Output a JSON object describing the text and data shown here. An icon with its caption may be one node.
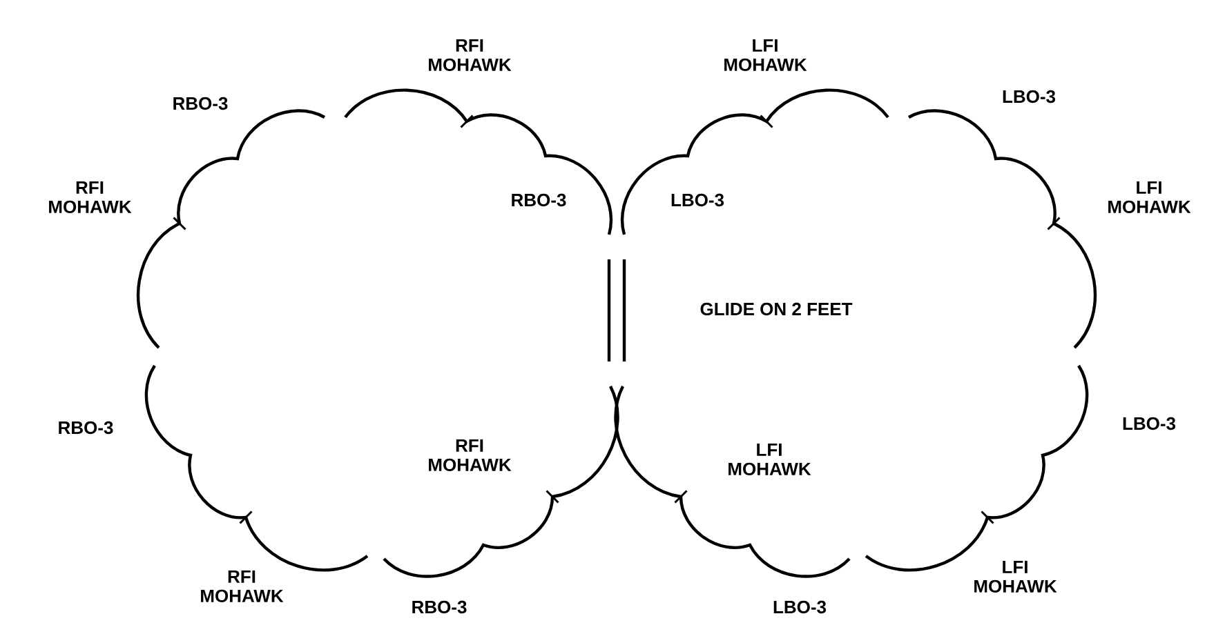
{
  "diagram": {
    "labels": [
      "RFI MOHAWK",
      "LFI MOHAWK",
      "LBO-3",
      "RBO-3",
      "RFI MOHAWK",
      "RBO-3",
      "LBO-3",
      "LFI MOHAWK",
      "GLIDE ON 2 FEET",
      "LBO-3",
      "RBO-3",
      "RFI MOHAWK",
      "LFI MOHAWK",
      "LFI MOHAWK",
      "RFI MOHAWK",
      "RBO-3",
      "LBO-3"
    ]
  }
}
